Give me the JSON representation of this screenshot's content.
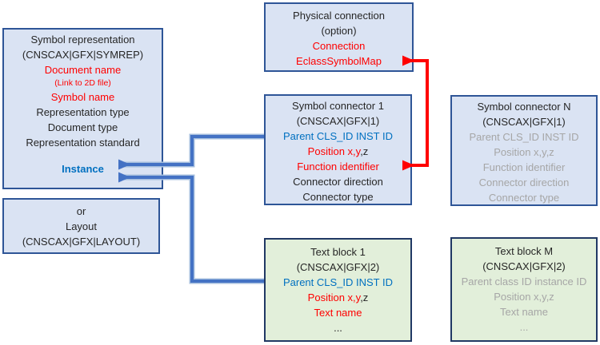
{
  "colors": {
    "box_blue_fill": "#dae3f3",
    "box_blue_border": "#2e5597",
    "box_green_fill": "#e2efda",
    "box_green_border": "#203864",
    "arrow_blue": "#4472c4",
    "arrow_blue_halo": "#a4bede",
    "arrow_red": "#ff0000",
    "text_black": "#262626",
    "text_red": "#ff0000",
    "text_blue": "#0070c0",
    "text_gray": "#a6a6a6"
  },
  "boxes": {
    "symbol_representation": {
      "title": "Symbol representation",
      "subtitle": "(CNSCAX|GFX|SYMREP)",
      "document_name": "Document name",
      "link_note": "(Link to 2D file)",
      "symbol_name": "Symbol name",
      "representation_type": "Representation type",
      "document_type": "Document type",
      "representation_standard": "Representation standard",
      "instance": "Instance"
    },
    "layout_box": {
      "or_label": "or",
      "title": "Layout",
      "subtitle": "(CNSCAX|GFX|LAYOUT)"
    },
    "physical_connection": {
      "title": "Physical connection",
      "option": "(option)",
      "connection": "Connection",
      "eclass_symbol_map": "EclassSymbolMap"
    },
    "symbol_connector_1": {
      "title": "Symbol connector 1",
      "subtitle": "(CNSCAX|GFX|1)",
      "parent": "Parent CLS_ID INST ID",
      "position_red": "Position x,y",
      "position_black": ",z",
      "function_identifier": "Function identifier",
      "connector_direction": "Connector direction",
      "connector_type": "Connector type"
    },
    "symbol_connector_n": {
      "title": "Symbol connector N",
      "subtitle": "(CNSCAX|GFX|1)",
      "parent": "Parent CLS_ID INST ID",
      "position": "Position x,y,z",
      "function_identifier": "Function identifier",
      "connector_direction": "Connector direction",
      "connector_type": "Connector type"
    },
    "text_block_1": {
      "title": "Text block 1",
      "subtitle": "(CNSCAX|GFX|2)",
      "parent": "Parent CLS_ID INST ID",
      "position_red": "Position x,y",
      "position_black": ",z",
      "text_name": "Text name",
      "ellipsis": "..."
    },
    "text_block_m": {
      "title": "Text block M",
      "subtitle": "(CNSCAX|GFX|2)",
      "parent": "Parent class ID instance ID",
      "position": "Position x,y,z",
      "text_name": "Text name",
      "ellipsis": "..."
    }
  },
  "connectors": [
    {
      "name": "blue-arrow-connector1-parent-to-instance",
      "color": "#4472c4",
      "from": "Symbol connector 1: Parent CLS_ID INST ID",
      "to": "Symbol representation: Instance"
    },
    {
      "name": "blue-arrow-textblock1-parent-to-instance",
      "color": "#4472c4",
      "from": "Text block 1: Parent CLS_ID INST ID",
      "to": "Symbol representation: Instance"
    },
    {
      "name": "red-arrow-function-identifier-eclasssymbolmap",
      "color": "#ff0000",
      "from": "Symbol connector 1: Function identifier",
      "to": "Physical connection: EclassSymbolMap"
    }
  ]
}
